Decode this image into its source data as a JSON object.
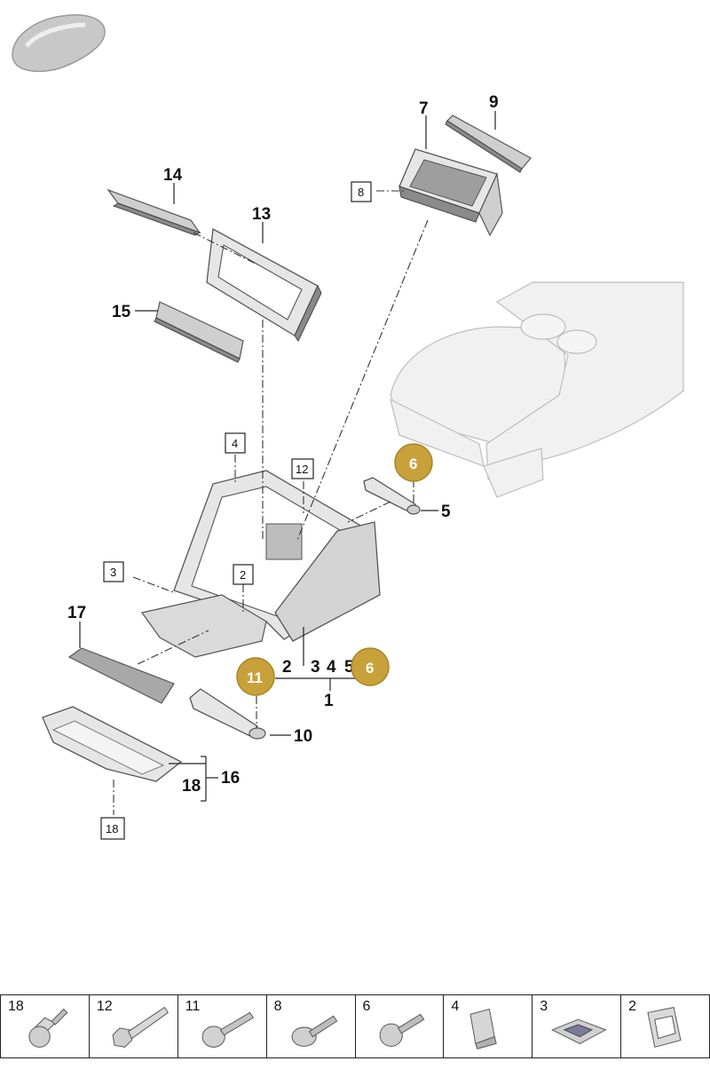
{
  "callouts": {
    "c1": "1",
    "c2": "2",
    "c3": "3",
    "c4": "4",
    "c5": "5",
    "c5b": "5",
    "c7": "7",
    "c9": "9",
    "c10": "10",
    "c13": "13",
    "c14": "14",
    "c15": "15",
    "c16": "16",
    "c17": "17",
    "c18": "18"
  },
  "boxed": {
    "b8": "8",
    "b4": "4",
    "b12": "12",
    "b3": "3",
    "b2": "2",
    "b18": "18"
  },
  "badges": {
    "g6a": "6",
    "g6b": "6",
    "g11": "11"
  },
  "colors": {
    "badge": "#c9a13a",
    "badge_stroke": "#a88425",
    "line": "#222222",
    "part_fill": "#e6e6e6"
  },
  "legend": [
    {
      "num": "18",
      "icon": "bolt-short-icon"
    },
    {
      "num": "12",
      "icon": "bolt-long-hex-icon"
    },
    {
      "num": "11",
      "icon": "bolt-round-head-icon"
    },
    {
      "num": "8",
      "icon": "screw-flange-icon"
    },
    {
      "num": "6",
      "icon": "bolt-torx-icon"
    },
    {
      "num": "4",
      "icon": "clip-nut-icon"
    },
    {
      "num": "3",
      "icon": "spring-clip-icon"
    },
    {
      "num": "2",
      "icon": "clamp-clip-icon"
    }
  ]
}
